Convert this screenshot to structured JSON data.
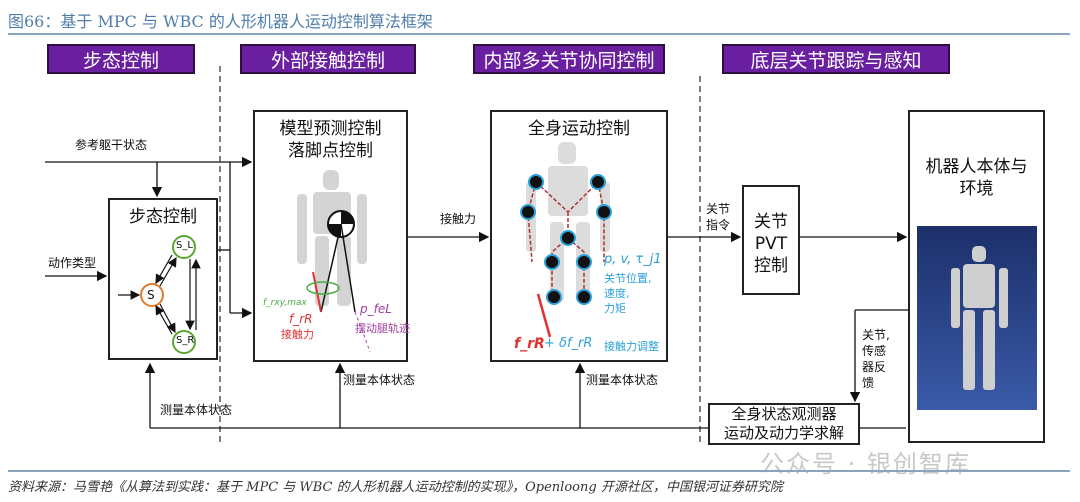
{
  "title": "图66：基于 MPC 与 WBC 的人形机器人运动控制算法框架",
  "headers": [
    "步态控制",
    "外部接触控制",
    "内部多关节协同控制",
    "底层关节跟踪与感知"
  ],
  "inputs": {
    "ref": "参考躯干状态",
    "action": "动作类型"
  },
  "gait": {
    "title": "步态控制",
    "s": "S",
    "sl": "S_L",
    "sr": "S_R"
  },
  "mpc": {
    "title1": "模型预测控制",
    "title2": "落脚点控制",
    "f_xy": "f_rxy,max",
    "f_r": "f_rR",
    "contact": "接触力",
    "p": "p_feL",
    "swing": "摆动腿轨迹"
  },
  "contact_force": "接触力",
  "wbc": {
    "title": "全身运动控制",
    "vars": "p, v, τ_j1",
    "desc1": "关节位置,",
    "desc2": "速度,",
    "desc3": "力矩",
    "formula_a": "f_rR",
    "formula_b": "+ δf_rR",
    "adjust": "接触力调整"
  },
  "joint_cmd": [
    "关节",
    "指令"
  ],
  "pvt": [
    "关节",
    "PVT",
    "控制"
  ],
  "robot": {
    "title1": "机器人本体与",
    "title2": "环境"
  },
  "feedback": [
    "关节,",
    "传感",
    "器反",
    "馈"
  ],
  "observer": [
    "全身状态观测器",
    "运动及动力学求解"
  ],
  "measured": [
    "测量本体状态",
    "测量本体状态",
    "测量本体状态"
  ],
  "source": "资料来源：马雪艳《从算法到实践：基于 MPC 与 WBC 的人形机器人运动控制的实现》，Openloong 开源社区，中国银河证券研究院",
  "watermark": "公众号 · 银创智库"
}
